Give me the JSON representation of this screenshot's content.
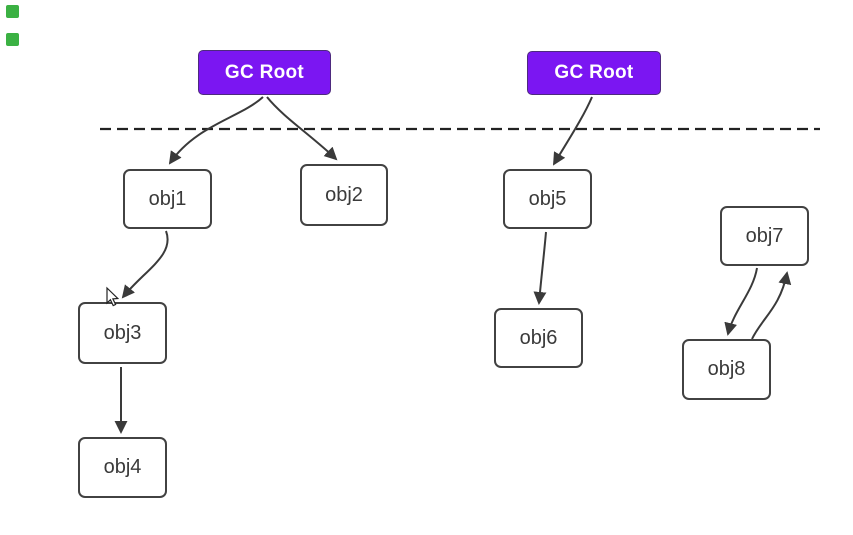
{
  "diagram": {
    "kind": "gc-reachability-diagram",
    "nodes": [
      {
        "id": "gc-root-left",
        "label": "GC Root",
        "type": "gc-root"
      },
      {
        "id": "gc-root-right",
        "label": "GC Root",
        "type": "gc-root"
      },
      {
        "id": "obj1",
        "label": "obj1",
        "type": "object"
      },
      {
        "id": "obj2",
        "label": "obj2",
        "type": "object"
      },
      {
        "id": "obj3",
        "label": "obj3",
        "type": "object"
      },
      {
        "id": "obj4",
        "label": "obj4",
        "type": "object"
      },
      {
        "id": "obj5",
        "label": "obj5",
        "type": "object"
      },
      {
        "id": "obj6",
        "label": "obj6",
        "type": "object"
      },
      {
        "id": "obj7",
        "label": "obj7",
        "type": "object"
      },
      {
        "id": "obj8",
        "label": "obj8",
        "type": "object"
      }
    ],
    "edges": [
      {
        "from": "gc-root-left",
        "to": "obj1"
      },
      {
        "from": "gc-root-left",
        "to": "obj2"
      },
      {
        "from": "obj1",
        "to": "obj3"
      },
      {
        "from": "obj3",
        "to": "obj4"
      },
      {
        "from": "gc-root-right",
        "to": "obj5"
      },
      {
        "from": "obj5",
        "to": "obj6"
      },
      {
        "from": "obj7",
        "to": "obj8"
      },
      {
        "from": "obj8",
        "to": "obj7"
      }
    ],
    "divider": {
      "style": "dashed",
      "orientation": "horizontal"
    },
    "cursor": {
      "visible": true,
      "shape": "arrow-pointer"
    },
    "colors": {
      "gc_root_fill": "#7b16f2",
      "gc_root_border": "#4d2a7e",
      "gc_root_text": "#ffffff",
      "object_fill": "#ffffff",
      "object_border": "#424242",
      "object_text": "#3a3a3a",
      "edge": "#3a3a3a",
      "divider": "#222222",
      "green_marker": "#3bb143",
      "background": "#ffffff"
    }
  }
}
